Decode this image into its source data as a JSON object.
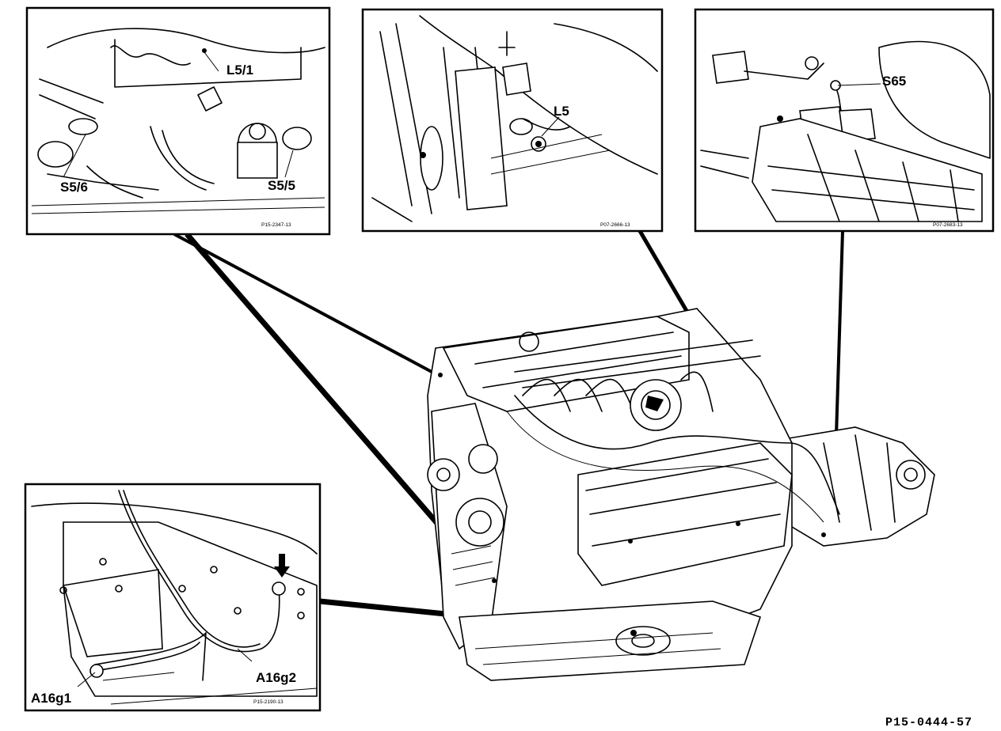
{
  "figure": {
    "code": "P15-0444-57"
  },
  "insets": {
    "top_left": {
      "ref": "P15-2347-13",
      "labels": [
        "L5/1",
        "S5/6",
        "S5/5"
      ]
    },
    "top_center": {
      "ref": "P07-2666-13",
      "labels": [
        "L5"
      ]
    },
    "top_right": {
      "ref": "P07-2683-13",
      "labels": [
        "S65"
      ]
    },
    "bottom_left": {
      "ref": "P15-2190-13",
      "labels": [
        "A16g1",
        "A16g2"
      ]
    }
  }
}
